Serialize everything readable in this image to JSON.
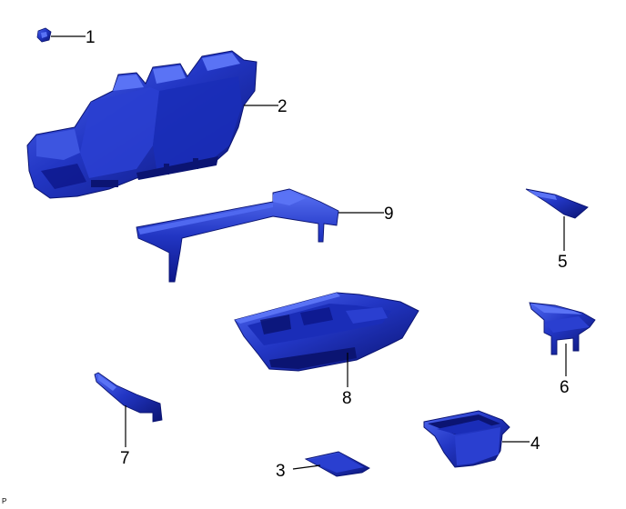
{
  "colors": {
    "part_fill": "#1a2db8",
    "part_mid": "#2a3fd0",
    "part_highlight": "#4f68f0",
    "part_shadow": "#0b1472",
    "line": "#000000"
  },
  "callouts": [
    {
      "id": "1",
      "label": "1"
    },
    {
      "id": "2",
      "label": "2"
    },
    {
      "id": "3",
      "label": "3"
    },
    {
      "id": "4",
      "label": "4"
    },
    {
      "id": "5",
      "label": "5"
    },
    {
      "id": "6",
      "label": "6"
    },
    {
      "id": "7",
      "label": "7"
    },
    {
      "id": "8",
      "label": "8"
    },
    {
      "id": "9",
      "label": "9"
    }
  ],
  "corner_code": "P"
}
